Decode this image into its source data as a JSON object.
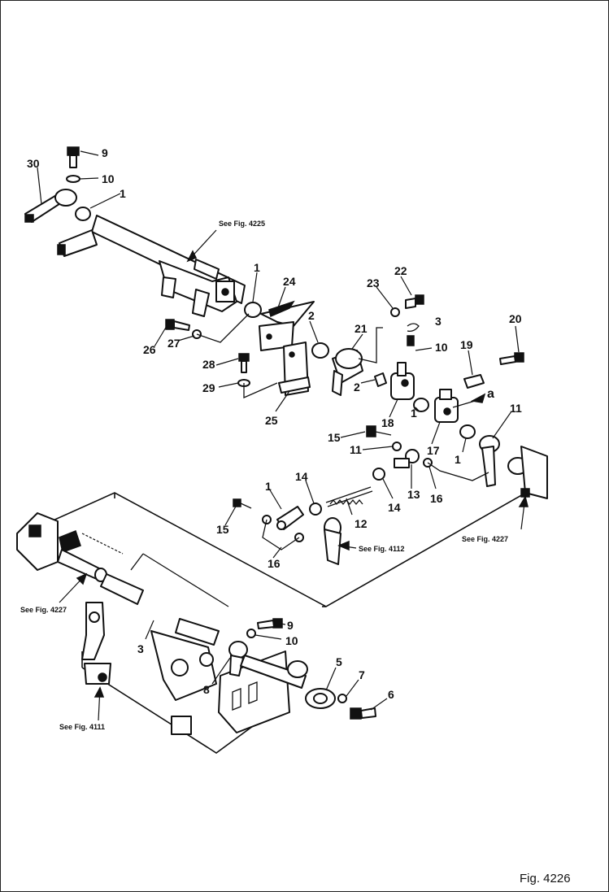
{
  "figure_label": "Fig. 4226",
  "references": [
    "See Fig. 4225",
    "See Fig. 4112",
    "See Fig. 4227",
    "See Fig. 4227",
    "See Fig. 4111"
  ],
  "callouts": [
    "30",
    "9",
    "10",
    "1",
    "1",
    "24",
    "2",
    "26",
    "27",
    "28",
    "29",
    "25",
    "23",
    "22",
    "3",
    "10",
    "21",
    "19",
    "20",
    "2",
    "18",
    "1",
    "a",
    "11",
    "17",
    "15",
    "11",
    "1",
    "14",
    "13",
    "12",
    "14",
    "16",
    "1",
    "15",
    "16",
    "9",
    "10",
    "5",
    "7",
    "6",
    "8",
    "3"
  ]
}
